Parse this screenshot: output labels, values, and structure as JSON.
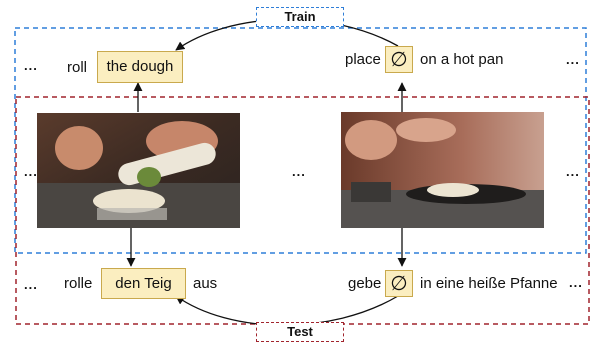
{
  "colors": {
    "train_border": "#2f7ed8",
    "test_border": "#a1242d",
    "highlight_fill": "#fbeec0",
    "highlight_border": "#c9a94d",
    "arrow": "#111111"
  },
  "labels": {
    "train": "Train",
    "test": "Test"
  },
  "english": {
    "verb": "roll",
    "object": "the dough",
    "verb2": "place",
    "empty": "∅",
    "rest": "on a hot pan"
  },
  "german": {
    "verb": "rolle",
    "object": "den Teig",
    "particle": "aus",
    "verb2": "gebe",
    "empty": "∅",
    "rest": "in eine heiße Pfanne"
  },
  "ellipsis": "...",
  "images": [
    {
      "icon": "rolling-dough-photo"
    },
    {
      "icon": "pan-flatbread-photo"
    }
  ]
}
